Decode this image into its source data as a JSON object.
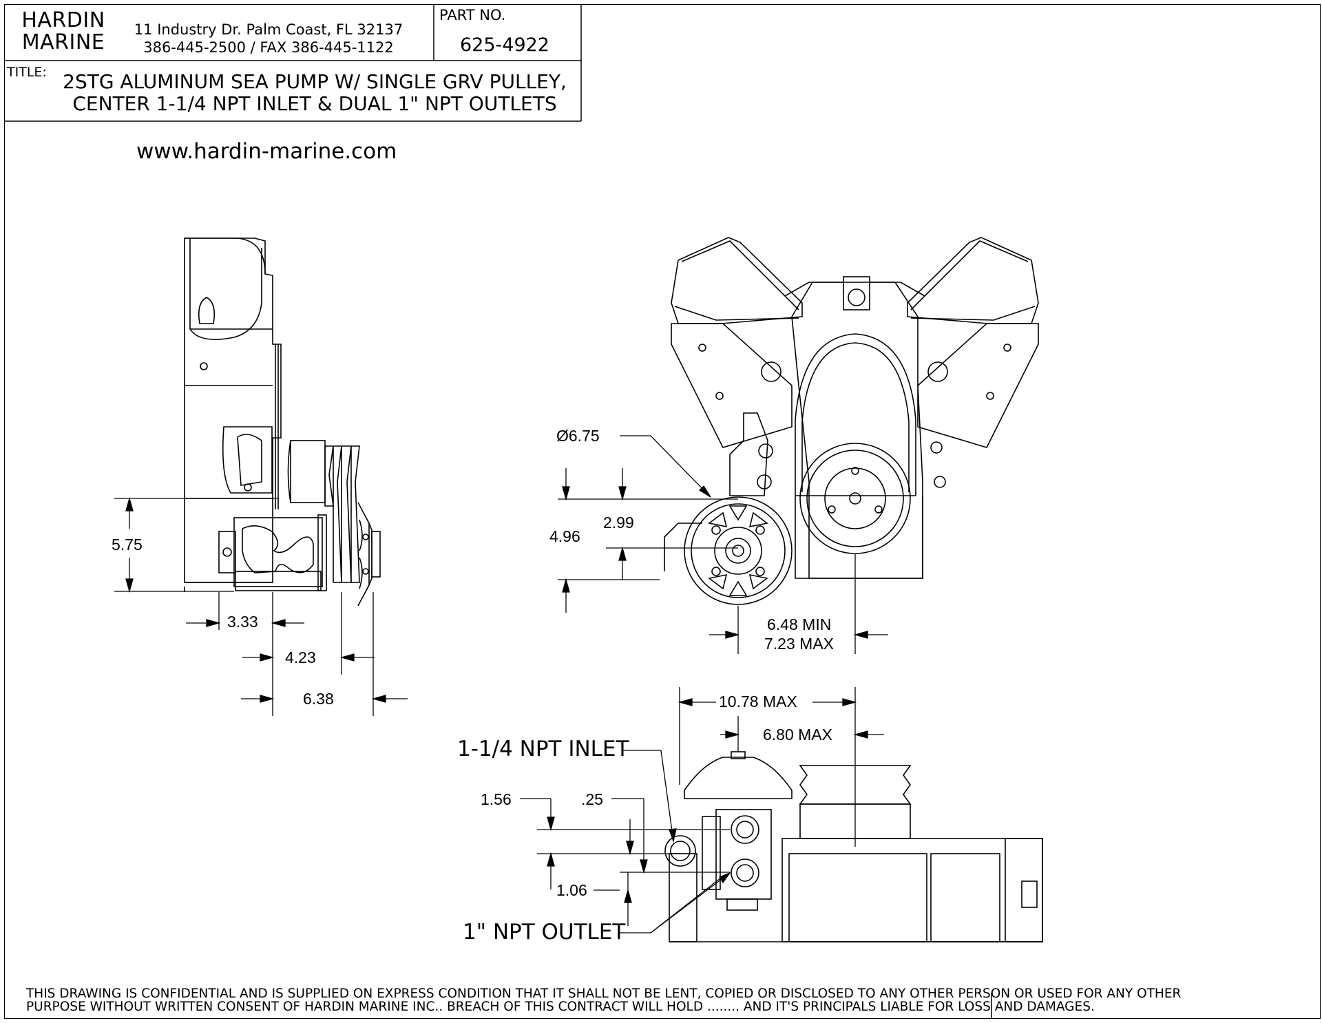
{
  "title_block": {
    "company_line1": "HARDIN",
    "company_line2": "MARINE",
    "address_line1": "11 Industry Dr. Palm Coast, FL 32137",
    "address_line2": "386-445-2500 / FAX 386-445-1122",
    "part_no_label": "PART NO.",
    "part_no": "625-4922",
    "title_label": "TITLE:",
    "title_line1": "2STG ALUMINUM SEA PUMP W/ SINGLE GRV PULLEY,",
    "title_line2": "CENTER 1-1/4 NPT INLET & DUAL 1\" NPT OUTLETS"
  },
  "website": "www.hardin-marine.com",
  "dimensions": {
    "side_height": "5.75",
    "side_d1": "3.33",
    "side_d2": "4.23",
    "side_d3": "6.38",
    "pulley_dia": "Ø6.75",
    "front_v1": "2.99",
    "front_v2": "4.96",
    "front_h1": "6.48 MIN",
    "front_h2": "7.23 MAX",
    "top_w1": "10.78 MAX",
    "top_w2": "6.80 MAX",
    "top_v1": "1.56",
    "top_v2": ".25",
    "top_v3": "1.06"
  },
  "callouts": {
    "inlet": "1-1/4 NPT INLET",
    "outlet": "1\" NPT OUTLET"
  },
  "disclaimer": {
    "line1": "THIS DRAWING IS CONFIDENTIAL AND IS SUPPLIED ON EXPRESS CONDITION THAT IT SHALL NOT BE LENT, COPIED OR DISCLOSED TO ANY OTHER PERSON OR USED FOR ANY OTHER",
    "line2": "PURPOSE WITHOUT WRITTEN  CONSENT OF HARDIN MARINE INC.. BREACH OF THIS CONTRACT WILL HOLD ........ AND IT'S PRINCIPALS LIABLE FOR LOSS AND DAMAGES."
  }
}
